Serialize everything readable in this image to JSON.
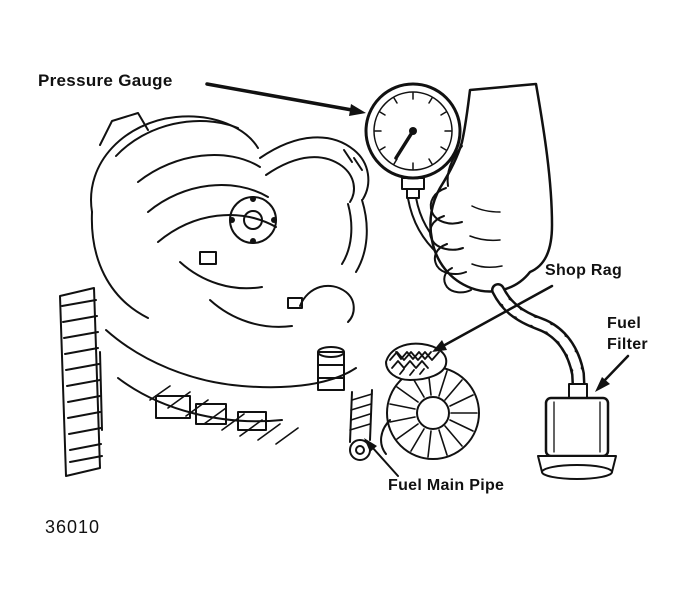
{
  "figure": {
    "number": "36010",
    "labels": {
      "pressure_gauge": "Pressure Gauge",
      "shop_rag": "Shop Rag",
      "fuel_filter": "Fuel\nFilter",
      "fuel_main_pipe": "Fuel Main Pipe"
    },
    "colors": {
      "ink": "#111111",
      "background": "#ffffff"
    }
  }
}
